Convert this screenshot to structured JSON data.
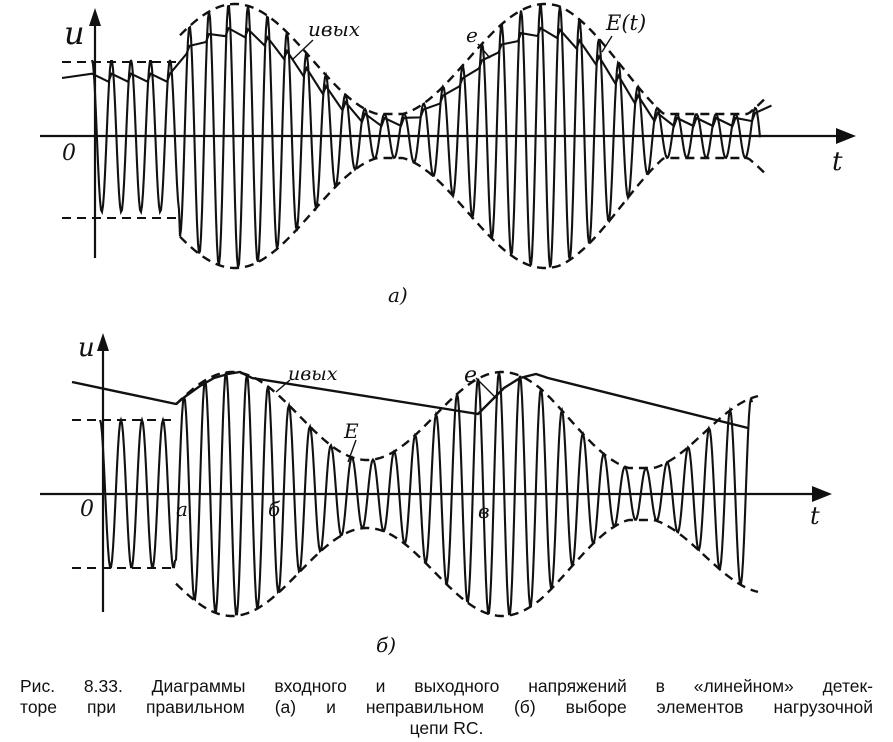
{
  "figure": {
    "panel_a": {
      "axis_y_label": "u",
      "axis_x_label": "t",
      "origin_label": "0",
      "label_output": "uвых",
      "label_signal": "e",
      "label_envelope": "E(t)",
      "panel_label": "а)"
    },
    "panel_b": {
      "axis_y_label": "u",
      "axis_x_label": "t",
      "origin_label": "0",
      "label_output": "uвых",
      "label_signal": "e",
      "label_envelope": "E",
      "point_a": "а",
      "point_b": "б",
      "point_v": "в",
      "panel_label": "б)"
    }
  },
  "caption": {
    "line1": "Рис. 8.33. Диаграммы входного и выходного напряжений в «линейном» детек-",
    "line2": "торе при правильном (а) и неправильном (б) выборе элементов нагрузочной",
    "line3": "цепи RC."
  }
}
